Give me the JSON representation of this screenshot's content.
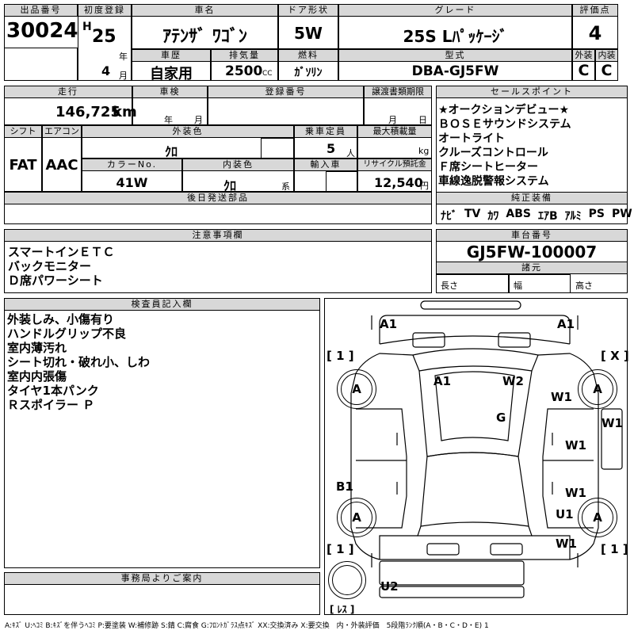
{
  "header": {
    "lot_no_label": "出品番号",
    "lot_no": "30024",
    "first_reg_label": "初度登録",
    "era": "H",
    "year": "25",
    "year_unit": "年",
    "month": "4",
    "month_unit": "月",
    "car_name_label": "車名",
    "car_name": "ｱﾃﾝｻﾞ ﾜｺﾞﾝ",
    "door_label": "ドア形状",
    "door": "5W",
    "grade_label": "グレード",
    "grade": "25S Lﾊﾟｯｹｰｼﾞ",
    "score_label": "評価点",
    "score": "4",
    "history_label": "車歴",
    "history": "自家用",
    "displacement_label": "排気量",
    "displacement": "2500",
    "cc": "CC",
    "fuel_label": "燃料",
    "fuel": "ｶﾞｿﾘﾝ",
    "model_label": "型式",
    "model": "DBA-GJ5FW",
    "ext_grade_label": "外装",
    "ext_grade": "C",
    "int_grade_label": "内装",
    "int_grade": "C"
  },
  "row2": {
    "mileage_label": "走行",
    "mileage": "146,725",
    "km": "km",
    "inspection_label": "車検",
    "year_unit": "年",
    "month_unit": "月",
    "reg_no_label": "登録番号",
    "transfer_label": "譲渡書類期限",
    "transfer_month": "月",
    "transfer_day": "日",
    "shift_label": "シフト",
    "shift": "FAT",
    "ac_label": "エアコン",
    "ac": "AAC",
    "ext_color_label": "外装色",
    "ext_color": "ｸﾛ",
    "capacity_label": "乗車定員",
    "capacity": "5",
    "person_unit": "人",
    "max_load_label": "最大積載量",
    "kg": "kg",
    "color_no_label": "カラーNo.",
    "color_no": "41W",
    "int_color_label": "内装色",
    "int_color": "ｸﾛ",
    "int_color_unit": "系",
    "import_label": "輸入車",
    "recycle_label": "リサイクル預託金",
    "recycle": "12,540",
    "yen": "円",
    "later_parts_label": "後日発送部品"
  },
  "sales": {
    "label": "セールスポイント",
    "items": [
      "★オークションデビュー★",
      "ＢＯＳＥサウンドシステム",
      "オートライト",
      "クルーズコントロール",
      "Ｆ席シートヒーター",
      "車線逸脱警報システム"
    ]
  },
  "equipment": {
    "label": "純正装備",
    "items": [
      "ﾅﾋﾞ",
      "TV",
      "ｶﾜ",
      "ABS",
      "ｴｱB",
      "ｱﾙﾐ",
      "PS",
      "PW"
    ]
  },
  "caution": {
    "label": "注意事項欄",
    "items": [
      "スマートインＥＴＣ",
      "バックモニター",
      "Ｄ席パワーシート"
    ]
  },
  "chassis": {
    "label": "車台番号",
    "number": "GJ5FW-100007",
    "dims_label": "諸元",
    "length": "長さ",
    "width": "幅",
    "height": "高さ"
  },
  "inspector": {
    "label": "検査員記入欄",
    "items": [
      "外装しみ、小傷有り",
      "ハンドルグリップ不良",
      "室内薄汚れ",
      "シート切れ・破れ小、しわ",
      "室内内張傷",
      "タイヤ1本パンク",
      "Ｒスポイラー Ｐ"
    ]
  },
  "office": {
    "label": "事務局よりご案内"
  },
  "diagram": {
    "marks": {
      "a1_fl": "A1",
      "a1_fr": "A1",
      "a1_roof": "A1",
      "w2_roof": "W2",
      "g_glass": "G",
      "w1_rf": "W1",
      "w1_right": "W1",
      "w1_rdoor1": "W1",
      "w1_rdoor2": "W1",
      "u1_rr": "U1",
      "w1_rr": "W1",
      "b1_left": "B1",
      "u2_rear": "U2",
      "a_fl": "A",
      "a_fr": "A",
      "a_rl": "A",
      "a_rr": "A",
      "tag_fl": "[ 1 ]",
      "tag_fr": "[ X ]",
      "tag_rl": "[ 1 ]",
      "tag_rr": "[ 1 ]",
      "spare": "[ ﾚｽ ]"
    }
  },
  "legend": "A:ｷｽﾞ U:ﾍｺﾐ B:ｷｽﾞを伴うﾍｺﾐ P:要塗装 W:補修跡 S:錆 C:腐食 G:ﾌﾛﾝﾄｶﾞﾗｽ点ｷｽﾞ XX:交換済み X:要交換　内・外装評価　5段階ﾗﾝｸ順(A・B・C・D・E) 1"
}
